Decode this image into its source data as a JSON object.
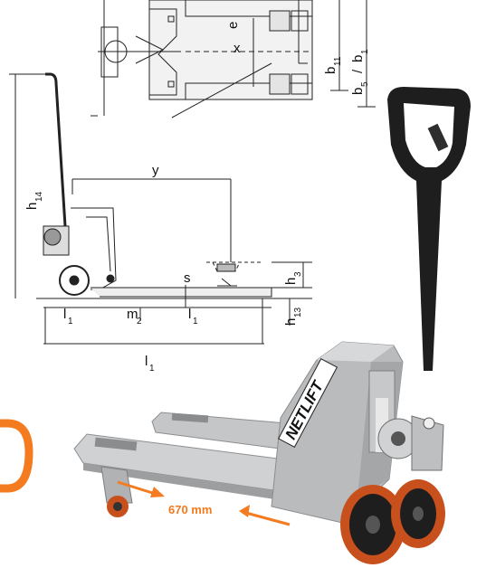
{
  "top_view": {
    "labels": {
      "e": "e",
      "x": "x",
      "b11": "b",
      "b11_sub": "11",
      "b5_b1": "b",
      "b5_sub": "5",
      "slash": "/",
      "b1": "b",
      "b1_sub": "1"
    }
  },
  "side_view": {
    "labels": {
      "h14": "h",
      "h14_sub": "14",
      "y": "y",
      "s": "s",
      "h3": "h",
      "h3_sub": "3",
      "h13": "h",
      "h13_sub": "13",
      "l1_left": "l",
      "l1_left_sub": "1",
      "m2": "m",
      "m2_sub": "2",
      "l1_mid": "l",
      "l1_mid_sub": "1",
      "l1_total": "l",
      "l1_total_sub": "1"
    }
  },
  "product": {
    "brand": "NETLIFT",
    "width_callout": "670 mm",
    "accent_color": "#f47b20",
    "body_color": "#b9bbbd",
    "handle_color": "#1e1e1e",
    "wheel_color": "#c8501c"
  }
}
